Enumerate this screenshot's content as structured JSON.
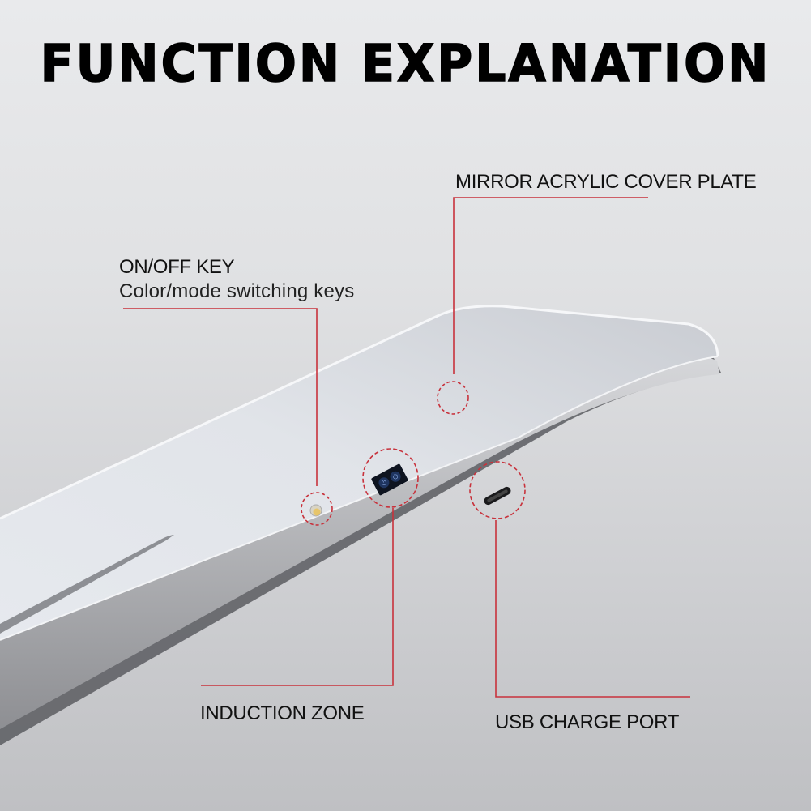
{
  "title": "FUNCTION EXPLANATION",
  "callouts": {
    "mirror": {
      "label": "MIRROR ACRYLIC COVER PLATE"
    },
    "onoff": {
      "label": "ON/OFF KEY",
      "sublabel": "Color/mode switching keys"
    },
    "induction": {
      "label": "INDUCTION ZONE"
    },
    "usb": {
      "label": "USB CHARGE PORT"
    }
  },
  "colors": {
    "callout_line": "#c8323c",
    "background_top": "#e9eaec",
    "background_bottom": "#bfc0c3",
    "title": "#000000"
  }
}
